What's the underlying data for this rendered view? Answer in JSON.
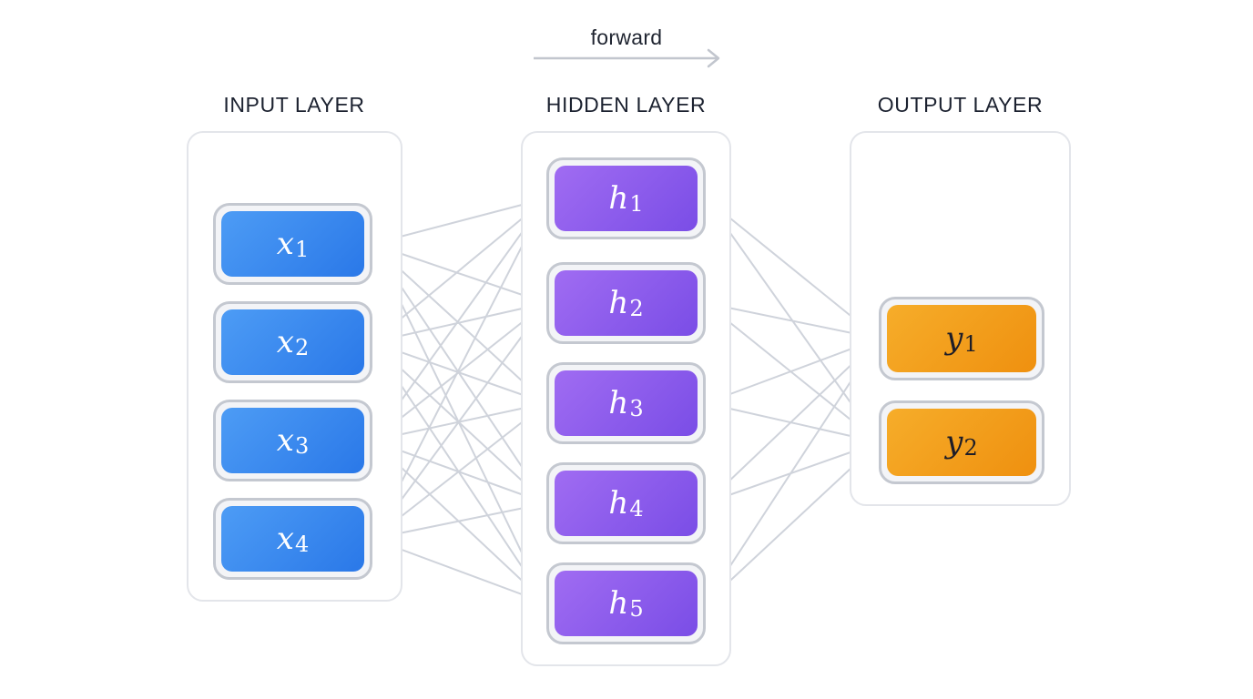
{
  "direction_label": "forward",
  "colors": {
    "input_node": "#3b8bef",
    "hidden_node": "#8a5cec",
    "output_node": "#f3a01d",
    "edge": "#cfd3db",
    "node_border": "#c4c8d0",
    "layer_border": "#e3e5ea"
  },
  "layers": [
    {
      "title": "INPUT LAYER",
      "nodes": [
        {
          "symbol": "x",
          "index": "1"
        },
        {
          "symbol": "x",
          "index": "2"
        },
        {
          "symbol": "x",
          "index": "3"
        },
        {
          "symbol": "x",
          "index": "4"
        }
      ]
    },
    {
      "title": "HIDDEN LAYER",
      "nodes": [
        {
          "symbol": "h",
          "index": "1"
        },
        {
          "symbol": "h",
          "index": "2"
        },
        {
          "symbol": "h",
          "index": "3"
        },
        {
          "symbol": "h",
          "index": "4"
        },
        {
          "symbol": "h",
          "index": "5"
        }
      ]
    },
    {
      "title": "OUTPUT LAYER",
      "nodes": [
        {
          "symbol": "y",
          "index": "1"
        },
        {
          "symbol": "y",
          "index": "2"
        }
      ]
    }
  ]
}
